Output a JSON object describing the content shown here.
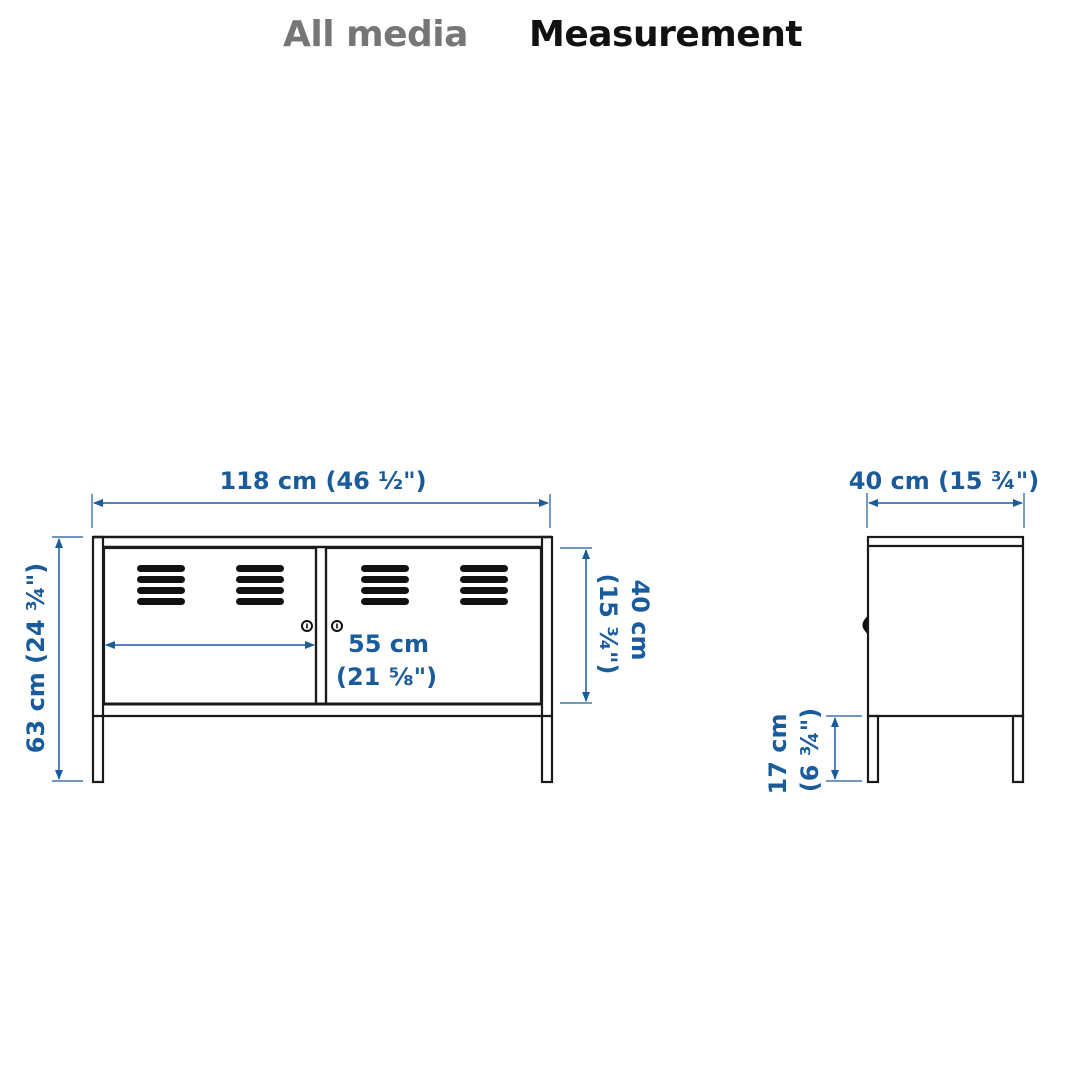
{
  "tabs": [
    {
      "label": "All media",
      "active": false
    },
    {
      "label": "Measurement",
      "active": true
    }
  ],
  "colors": {
    "dimension": "#1a5b9c",
    "outline": "#1a1a1a",
    "tab_inactive": "#767676",
    "tab_active": "#111111"
  },
  "front_view": {
    "width_label": "118 cm (46 ½\")",
    "height_label": "63 cm (24 ¾\")",
    "door_width_label_cm": "55 cm",
    "door_width_label_in": "(21 ⅝\")",
    "depth_inner_label_cm": "40 cm",
    "depth_inner_label_in": "(15 ¾\")"
  },
  "side_view": {
    "depth_label": "40 cm (15 ¾\")",
    "leg_height_label_cm": "17 cm",
    "leg_height_label_in": "(6 ¾\")"
  }
}
